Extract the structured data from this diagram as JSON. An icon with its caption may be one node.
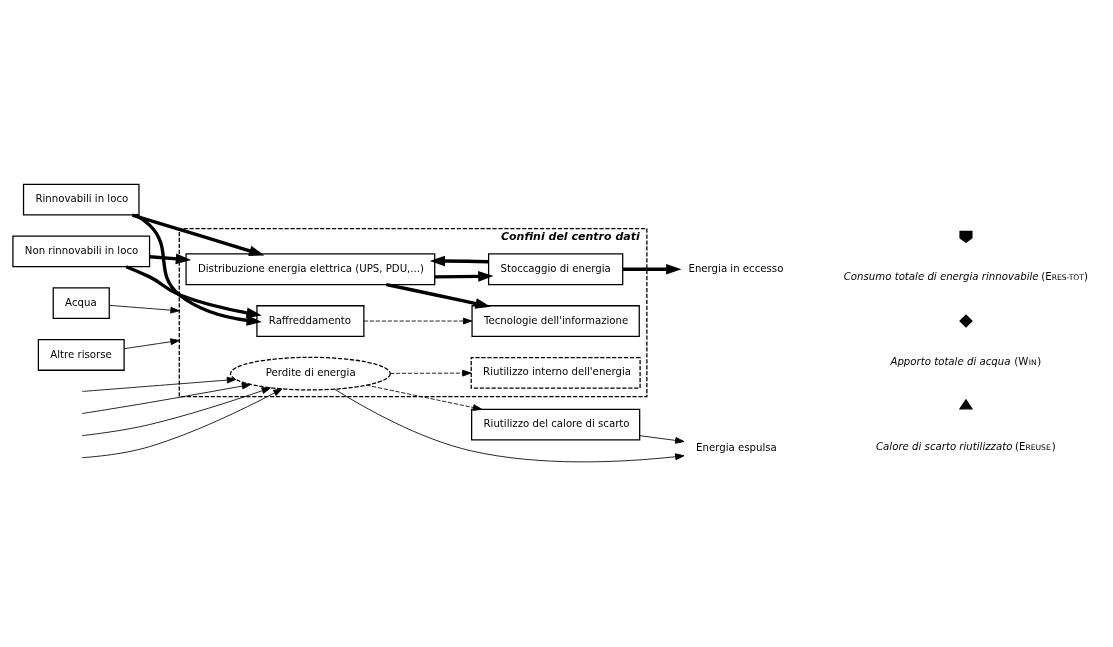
{
  "diagram": {
    "nodes": [
      {
        "text": [
          "Confini del centro dati"
        ]
      },
      {
        "text": [
          "Rinnovabili in loco"
        ]
      },
      {
        "text": [
          "Non rinnovabili in loco"
        ]
      },
      {
        "text": [
          "Acqua"
        ]
      },
      {
        "text": [
          "Altre risorse"
        ]
      },
      {
        "text": [
          "Raffreddamento"
        ],
        "in": 0
      },
      {
        "text": [
          "Distribuzione energia elettrica (UPS, PDU,...)"
        ],
        "in": 0
      },
      {
        "text": [
          "Tecnologie dell'informazione"
        ],
        "in": 0
      },
      {
        "text": [
          "Stoccaggio di energia"
        ],
        "in": 0
      },
      {
        "text": [
          "Perdite di energia"
        ],
        "in": 0
      },
      {
        "text": [
          "Riutilizzo interno dell'energia"
        ],
        "in": 0
      },
      {
        "text": [
          "Energia in eccesso"
        ]
      },
      {
        "text": [
          "Riutilizzo del calore di scarto"
        ]
      },
      {
        "text": [
          "Energia espulsa"
        ]
      }
    ],
    "edges": [
      {
        "from": 1,
        "to": 5,
        "arrow": "to",
        "style": "thick"
      },
      {
        "from": 1,
        "to": 6,
        "arrow": "to",
        "style": "thick"
      },
      {
        "from": 2,
        "to": 5,
        "arrow": "to",
        "style": "thick"
      },
      {
        "from": 2,
        "to": 6,
        "arrow": "to",
        "style": "thick"
      },
      {
        "from": 3,
        "to": 0,
        "arrow": "to"
      },
      {
        "from": 4,
        "to": 0,
        "arrow": "to"
      },
      {
        "from": 5,
        "to": 7,
        "arrow": "to",
        "style": "dashed"
      },
      {
        "from": 6,
        "to": 7,
        "arrow": "to",
        "style": "thick"
      },
      {
        "from": 6,
        "to": 8,
        "arrow": "to",
        "style": "thick"
      },
      {
        "from": 8,
        "to": 6,
        "arrow": "to",
        "style": "thick"
      },
      {
        "from": 8,
        "to": 11,
        "arrow": "to",
        "style": "thick"
      },
      {
        "from": null,
        "to": 9,
        "arrow": "to"
      },
      {
        "from": null,
        "to": 9,
        "arrow": "to"
      },
      {
        "from": null,
        "to": 9,
        "arrow": "to"
      },
      {
        "from": null,
        "to": 9,
        "arrow": "to"
      },
      {
        "from": 9,
        "to": 10,
        "arrow": "to",
        "style": "dashed"
      },
      {
        "from": 9,
        "to": 12,
        "arrow": "to",
        "style": "dashed"
      },
      {
        "from": 9,
        "to": 13,
        "arrow": "to"
      },
      {
        "from": 12,
        "to": 13,
        "arrow": "to"
      }
    ],
    "legend": [
      {
        "text": "*Consumo totale di energia rinnovabile* (E$_{RES-TOT}$)"
      },
      {
        "text": "*Apporto totale di acqua* (W$_{IN}$)"
      },
      {
        "text": "*Calore di scarto riutilizzato* (E$_{REUSE}$)"
      }
    ]
  }
}
